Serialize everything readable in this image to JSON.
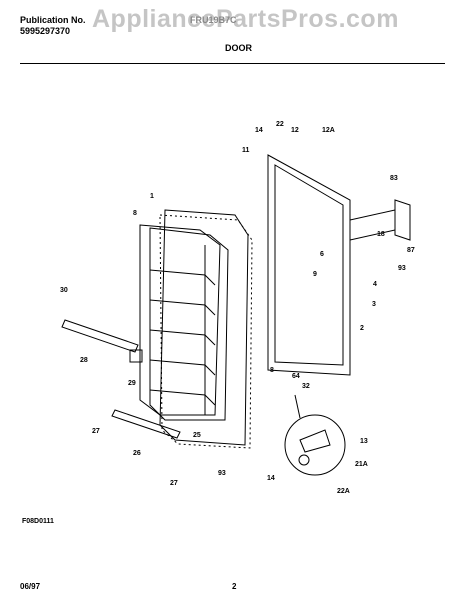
{
  "header": {
    "publication_label": "Publication No.",
    "publication_number": "5995297370",
    "model": "FRU19B7C",
    "section": "DOOR"
  },
  "watermark": "AppliancePartsPros.com",
  "figure_code": "F08D0111",
  "footer": {
    "date": "06/97",
    "page": "2"
  },
  "callouts": [
    "1",
    "8",
    "30",
    "28",
    "29",
    "27",
    "26",
    "27",
    "25",
    "93",
    "14",
    "22",
    "12",
    "12A",
    "11",
    "83",
    "18",
    "6",
    "9",
    "4",
    "3",
    "2",
    "87",
    "93",
    "64",
    "32",
    "8",
    "13",
    "21A",
    "22A",
    "14"
  ]
}
